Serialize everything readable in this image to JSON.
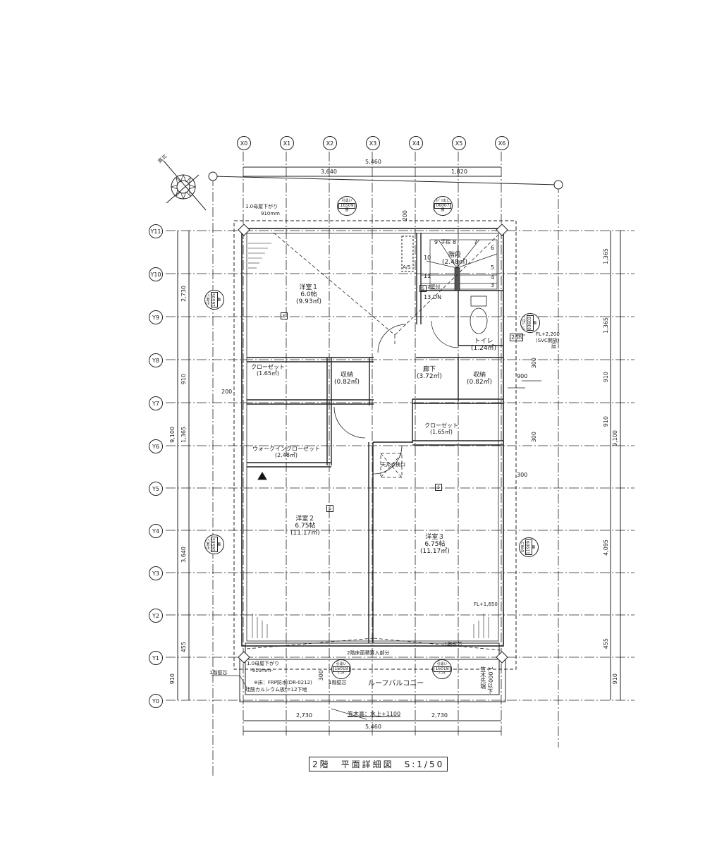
{
  "drawing": {
    "title": "2階　平面詳細図　S:1/50",
    "north_label": "真北"
  },
  "grid": {
    "x_axes": [
      "X0",
      "X1",
      "X2",
      "X3",
      "X4",
      "X5",
      "X6"
    ],
    "y_axes": [
      "Y11",
      "Y10",
      "Y9",
      "Y8",
      "Y7",
      "Y6",
      "Y5",
      "Y4",
      "Y3",
      "Y2",
      "Y1",
      "Y0"
    ]
  },
  "dimensions": {
    "top_total": "5,460",
    "top_left": "3,640",
    "top_right": "1,820",
    "bottom_left": "2,730",
    "bottom_right": "2,730",
    "bottom_total": "5,460",
    "left_total": "9,100",
    "left_segments": [
      "2,730",
      "910",
      "1,365",
      "3,640",
      "455",
      "910"
    ],
    "right_total": "9,100",
    "right_segments": [
      "1,365",
      "1,365",
      "910",
      "910",
      "4,095",
      "455",
      "910"
    ],
    "misc": {
      "wall_200_top": "200",
      "wall_200_left": "200",
      "offset_900": "900",
      "offset_300_a": "300",
      "offset_300_b": "300",
      "offset_300_c": "300",
      "balcony_300": "300",
      "eave_top": "1.0母屋下がり",
      "eave_top_910": "910mm",
      "eave_bottom": "1.0母屋下がり",
      "eave_bottom_910": "-910mm-"
    }
  },
  "rooms": [
    {
      "id": "western-room-1",
      "name": "洋室１",
      "tatami": "6.0帖",
      "area": "(9.93㎡)"
    },
    {
      "id": "stairs",
      "name": "階段",
      "tatami": "",
      "area": "(2.48㎡)"
    },
    {
      "id": "toilet",
      "name": "トイレ",
      "tatami": "",
      "area": "(1.24㎡)"
    },
    {
      "id": "closet-left",
      "name": "クローゼット",
      "tatami": "",
      "area": "(1.65㎡)"
    },
    {
      "id": "storage-left",
      "name": "収納",
      "tatami": "",
      "area": "(0.82㎡)"
    },
    {
      "id": "hallway",
      "name": "廊下",
      "tatami": "",
      "area": "(3.72㎡)"
    },
    {
      "id": "storage-right",
      "name": "収納",
      "tatami": "",
      "area": "(0.82㎡)"
    },
    {
      "id": "closet-right",
      "name": "クローゼット",
      "tatami": "",
      "area": "(1.65㎡)"
    },
    {
      "id": "walk-in-closet",
      "name": "ウォークインクローゼット",
      "tatami": "",
      "area": "(2.48㎡)"
    },
    {
      "id": "western-room-2",
      "name": "洋室２",
      "tatami": "6.75帖",
      "area": "(11.17㎡)"
    },
    {
      "id": "western-room-3",
      "name": "洋室３",
      "tatami": "6.75帖",
      "area": "(11.17㎡)"
    }
  ],
  "stairs": {
    "steps": [
      "3",
      "4",
      "5",
      "6",
      "7",
      "8",
      "9",
      "10",
      "11",
      "13"
    ],
    "handrail": "手摺",
    "direction": "DN",
    "note": "2壁付",
    "s_mark": "S"
  },
  "annotations": {
    "attic_hatch": "天井点検口",
    "balcony": "ルーフバルコニー",
    "floor_area_note": "2階床面積算入部分",
    "first_floor_wall_center_1": "1階壁芯",
    "first_floor_wall_center_2": "1階壁芯",
    "first_floor_wall_center_3": "1階壁芯",
    "waterproof_note_1": "※床：FRP防水(DR-0212)",
    "waterproof_note_2": "珪酸カルシウム板t=12下地",
    "parapet_height": "笠木高：水上+1100",
    "parapet_tip": "笠木先端",
    "parapet_tip_value": "1,000以下",
    "vent_24h": "24h",
    "fl_2200": "FL+2,200",
    "fl_2200_sub": "(SVC開放)",
    "fl_1650": "FL+1,650",
    "yard": "庭",
    "as_mark": "A/S",
    "s_marks": [
      "S",
      "S",
      "S",
      "S"
    ]
  },
  "window_tags": [
    {
      "top": "引違い",
      "code": "16509",
      "bottom": "腰"
    },
    {
      "top": "ｽﾍﾞﾘ出し",
      "code": "06007",
      "bottom": "腰"
    },
    {
      "top": "引違い",
      "code": "16505",
      "bottom": "腰"
    },
    {
      "top": "ｽﾍﾞﾘ出し",
      "code": "03603",
      "bottom": "腰"
    },
    {
      "top": "引違い",
      "code": "16505",
      "bottom": "腰"
    },
    {
      "top": "引違い",
      "code": "11909",
      "bottom": "腰"
    },
    {
      "top": "引違い",
      "code": "16018",
      "bottom": "ﾄｰﾒｲ"
    },
    {
      "top": "引違い",
      "code": "16018",
      "bottom": "ﾄｰﾒｲ"
    }
  ]
}
